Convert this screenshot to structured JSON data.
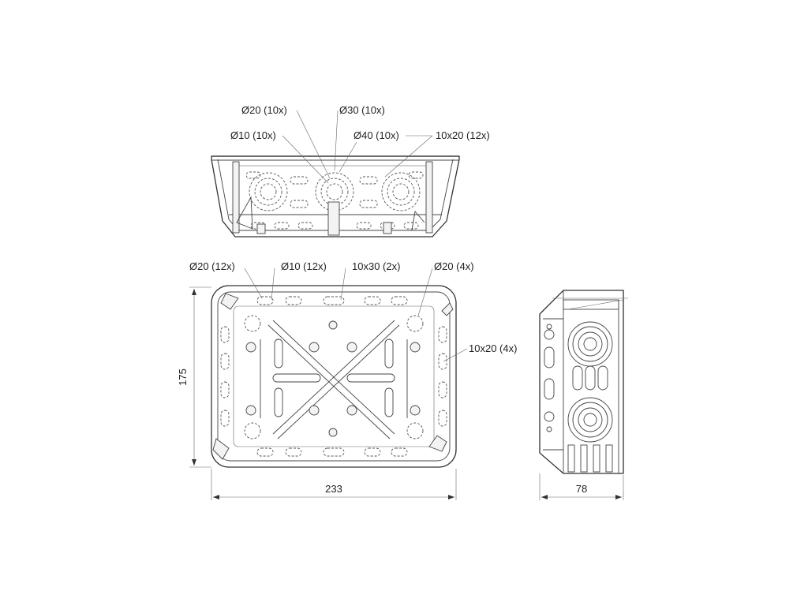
{
  "front_view": {
    "labels": {
      "d20": "Ø20 (10x)",
      "d30": "Ø30 (10x)",
      "d10": "Ø10 (10x)",
      "d40": "Ø40 (10x)",
      "slot": "10x20 (12x)"
    }
  },
  "top_view": {
    "labels": {
      "d20": "Ø20 (12x)",
      "d10": "Ø10 (12x)",
      "slot_10x30": "10x30 (2x)",
      "d20_corner": "Ø20 (4x)",
      "slot_side": "10x20 (4x)"
    },
    "dimensions": {
      "width": "233",
      "height": "175"
    }
  },
  "side_view": {
    "dimensions": {
      "depth": "78"
    }
  },
  "colors": {
    "line": "#333333",
    "background": "#ffffff"
  }
}
